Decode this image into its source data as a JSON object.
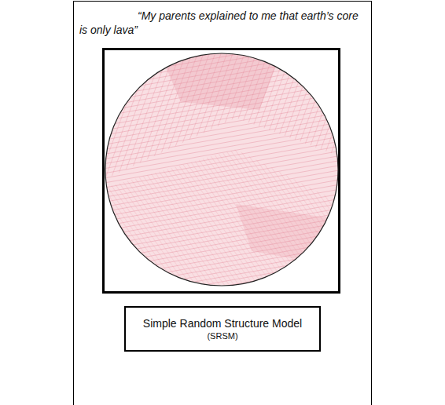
{
  "diagram": {
    "nodes": [
      {
        "text": [
          "“My parents explained to me that earth’s core is only lava”"
        ]
      },
      {
        "text": [
          "Simple Random Structure Model",
          "(SRSM)"
        ],
        "in": 0
      }
    ]
  }
}
